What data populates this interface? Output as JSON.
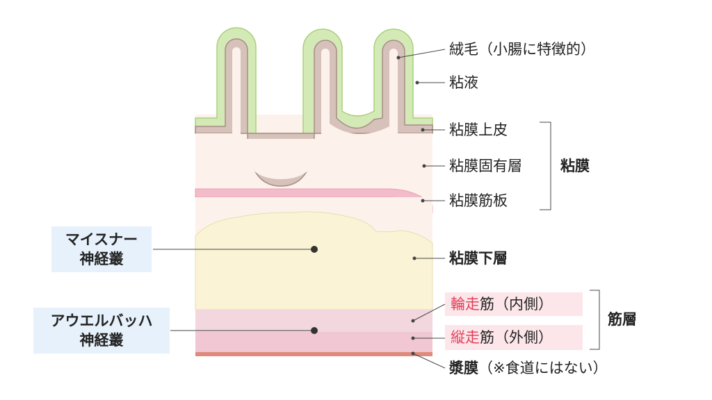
{
  "labels": {
    "villus": "絨毛（小腸に特徴的）",
    "mucus": "粘液",
    "epithelium": "粘膜上皮",
    "lamina_propria": "粘膜固有層",
    "muscularis_mucosae": "粘膜筋板",
    "mucosa": "粘膜",
    "submucosa": "粘膜下層",
    "inner_muscle": {
      "highlight": "輪走",
      "rest": "筋（内側）"
    },
    "outer_muscle": {
      "highlight": "縦走",
      "rest": "筋（外側）"
    },
    "muscle_layer": "筋層",
    "serosa": {
      "title": "漿膜",
      "note": "（※食道にはない）"
    },
    "meissner": {
      "line1": "マイスナー",
      "line2": "神経叢"
    },
    "auerbach": {
      "line1": "アウエルバッハ",
      "line2": "神経叢"
    }
  },
  "colors": {
    "mucus": "#d4eab6",
    "mucus_edge": "#a9cf7c",
    "epithelium": "#d6c2ba",
    "epithelium_edge": "#a58d85",
    "lamina_propria": "#fdf1ec",
    "muscularis_mucosae": "#f3bccb",
    "submucosa": "#faf3d5",
    "inner_muscle": "#f2d7de",
    "outer_muscle": "#f0c7d2",
    "serosa": "#df8a7d",
    "highlight_text": "#e0405a",
    "label_box_pink": "#fce6ea",
    "label_box_blue": "#e6f1fb"
  }
}
